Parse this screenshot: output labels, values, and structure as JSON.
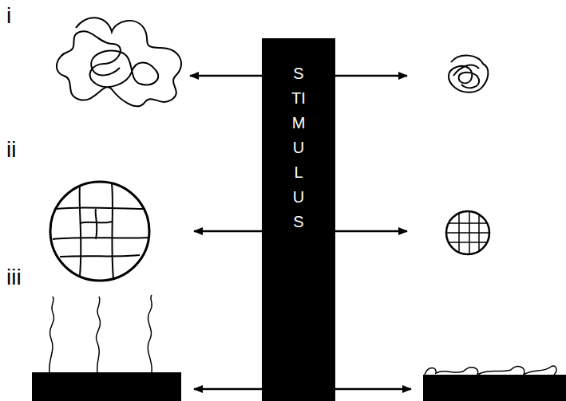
{
  "diagram": {
    "nodes": [
      {
        "text": [
          "STIMULUS"
        ]
      }
    ],
    "labels": [
      "i",
      "ii",
      "iii"
    ]
  }
}
